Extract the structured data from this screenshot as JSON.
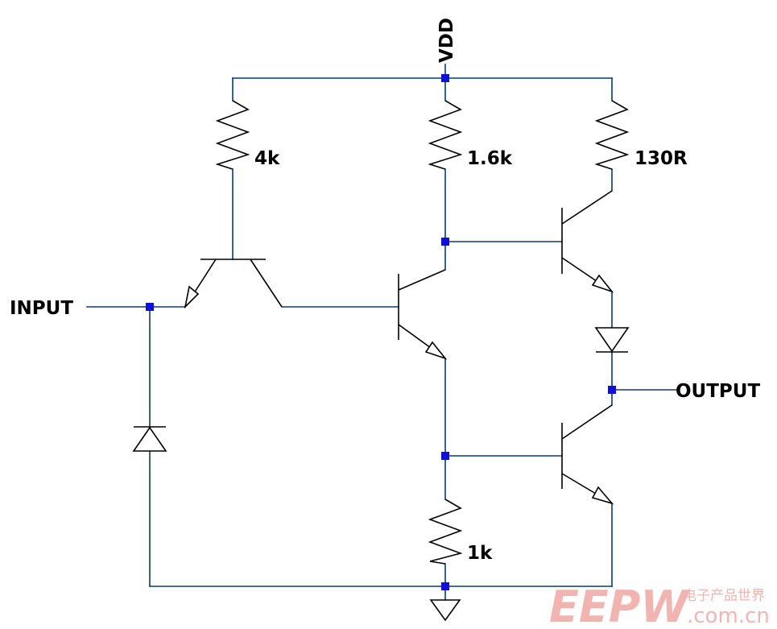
{
  "labels": {
    "vdd": "VDD",
    "input": "INPUT",
    "output": "OUTPUT",
    "r1": "4k",
    "r2": "1.6k",
    "r3": "130R",
    "r4": "1k"
  },
  "watermark": {
    "logo": "EEPW",
    "tagline": "电子产品世界",
    "url": ".com.cn"
  },
  "colors": {
    "wire": "#0a3a6e",
    "node": "#1010d8",
    "component": "#000000",
    "watermark": "#f2b4b0"
  }
}
